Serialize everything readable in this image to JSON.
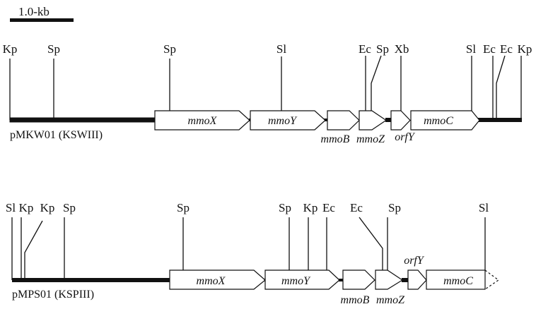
{
  "scale_bar": {
    "label": "1.0-kb"
  },
  "maps": [
    {
      "id": "top",
      "name": "pMKW01 (KSWIII)",
      "sites": [
        {
          "label": "Kp"
        },
        {
          "label": "Sp"
        },
        {
          "label": "Sp"
        },
        {
          "label": "Sl"
        },
        {
          "label": "Ec"
        },
        {
          "label": "Sp"
        },
        {
          "label": "Xb"
        },
        {
          "label": "Sl"
        },
        {
          "label": "Ec"
        },
        {
          "label": "Ec"
        },
        {
          "label": "Kp"
        }
      ],
      "genes": [
        {
          "label": "mmoX"
        },
        {
          "label": "mmoY"
        },
        {
          "label": "mmoB"
        },
        {
          "label": "mmoZ"
        },
        {
          "label": "orfY"
        },
        {
          "label": "mmoC"
        }
      ]
    },
    {
      "id": "bottom",
      "name": "pMPS01 (KSPIII)",
      "sites": [
        {
          "label": "Sl"
        },
        {
          "label": "Kp"
        },
        {
          "label": "Kp"
        },
        {
          "label": "Sp"
        },
        {
          "label": "Sp"
        },
        {
          "label": "Sp"
        },
        {
          "label": "Kp"
        },
        {
          "label": "Ec"
        },
        {
          "label": "Ec"
        },
        {
          "label": "Sp"
        },
        {
          "label": "Sl"
        }
      ],
      "genes": [
        {
          "label": "mmoX"
        },
        {
          "label": "mmoY"
        },
        {
          "label": "mmoB"
        },
        {
          "label": "mmoZ"
        },
        {
          "label": "orfY"
        },
        {
          "label": "mmoC"
        }
      ]
    }
  ]
}
